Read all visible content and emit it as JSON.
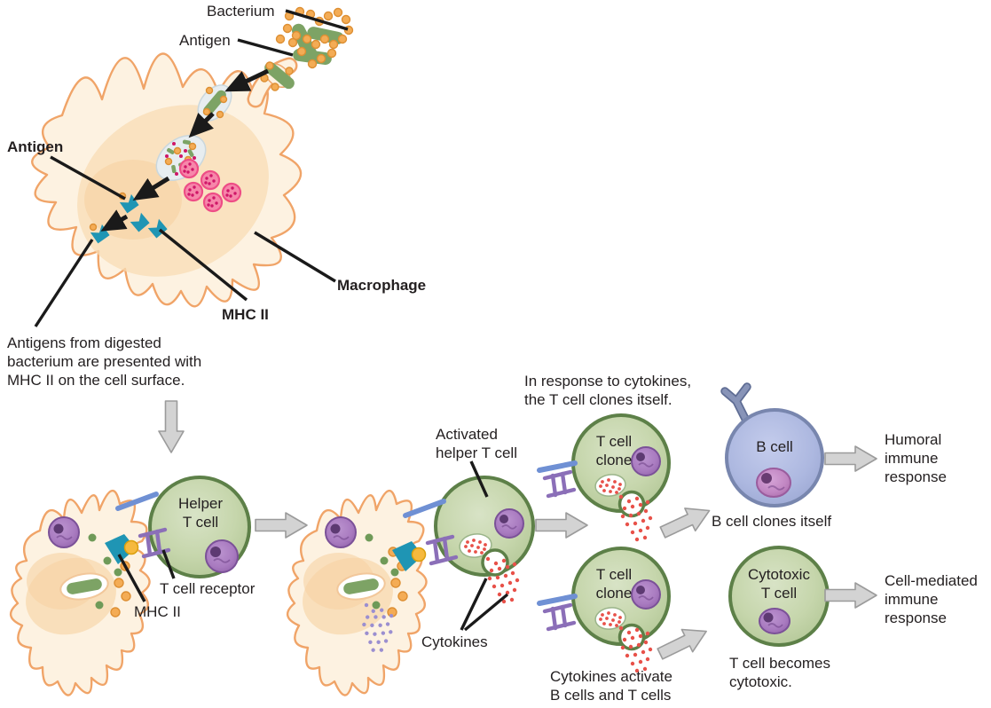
{
  "figure": {
    "description": "Macrophage antigen presentation activating helper T cells leading to humoral and cell-mediated immune responses"
  },
  "colors": {
    "macrophage_fill": "#fdf2e1",
    "macrophage_stroke": "#f0a468",
    "macrophage_inner": "#f8dcb4",
    "bacterium_green": "#7da365",
    "antigen_orange": "#f4ac55",
    "antigen_orange_stroke": "#dd8f33",
    "vesicle_fill": "#e7edf0",
    "lysosome_fill": "#f687aa",
    "lysosome_stroke": "#ee4d86",
    "lysosome_dot": "#cf1668",
    "mhc_teal": "#1f95b4",
    "tcell_stroke": "#5d8048",
    "bcell_stroke": "#7886ae",
    "cytokine_red": "#e85149",
    "cytokine_purple": "#9b8fd0",
    "block_arrow_fill": "#d3d3d3",
    "block_arrow_stroke": "#9b9b9b",
    "coreceptor_blue": "#6f90d4",
    "tcr_purple": "#8b6fb8",
    "antigen_yellow": "#f6b93e",
    "text_color": "#231f20"
  },
  "labels": {
    "bacterium": "Bacterium",
    "antigen_top": "Antigen",
    "antigen_surface": "Antigen",
    "macrophage": "Macrophage",
    "mhc2_macrophage": "MHC II",
    "presentation_caption": "Antigens from digested\nbacterium are presented with\nMHC II on the cell surface.",
    "helper_t_cell": "Helper\nT cell",
    "t_cell_receptor": "T cell receptor",
    "mhc2_junction": "MHC II",
    "activated_helper_t_cell": "Activated\nhelper T cell",
    "cytokines": "Cytokines",
    "clone_caption": "In response to cytokines,\nthe T cell clones itself.",
    "t_cell_clone": "T cell\nclone",
    "b_cell": "B cell",
    "b_cell_clones_itself": "B cell clones itself",
    "humoral_response": "Humoral\nimmune\nresponse",
    "cytokines_activate": "Cytokines activate\nB cells and T cells",
    "cytotoxic_t_cell": "Cytotoxic\nT cell",
    "t_cell_becomes_cytotoxic": "T cell becomes\ncytotoxic.",
    "cell_mediated_response": "Cell-mediated\nimmune\nresponse"
  }
}
